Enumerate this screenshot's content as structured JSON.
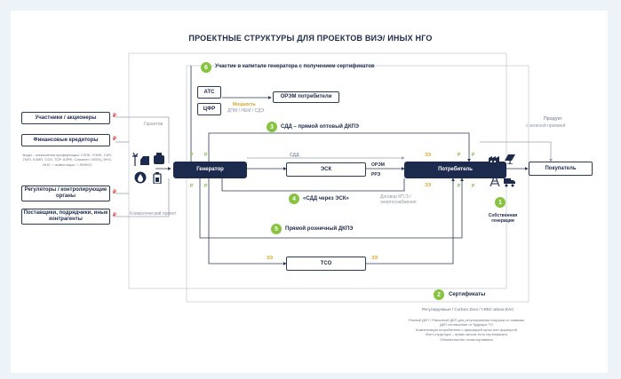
{
  "title": "ПРОЕКТНЫЕ СТРУКТУРЫ ДЛЯ ПРОЕКТОВ ВИЭ/ ИНЫХ НГО",
  "colors": {
    "navy": "#1c2a4e",
    "green": "#86c440",
    "amber": "#d6a526",
    "red": "#e03a3a"
  },
  "boxes": {
    "participants": "Участники / акционеры",
    "creditors": "Финансовые кредиторы",
    "regulators": "Регуляторы / контролирующие органы",
    "suppliers": "Поставщики, подрядчики, иные контрагенты",
    "ats": "АТС",
    "cfr": "ЦФР",
    "orem_consumer": "ОРЭМ потребители",
    "generator": "Генератор",
    "esk": "ЭСК",
    "consumer": "Потребитель",
    "tso": "ТСО",
    "buyer": "Покупатель"
  },
  "labels": {
    "guarantees": "Гарантии",
    "climate_project": "Климатический проект",
    "capacity": "Мощность",
    "capacity_sub": "ДПМ / НЕМ / СДЭ",
    "sdd": "СДД",
    "orem": "ОРЭМ",
    "rre": "РРЭ",
    "esk_contract": "Договор КП.Э / энергоснабжения",
    "product": "Продукт",
    "product_sub": "с зеленой премией",
    "own_gen": "Собственная генерация",
    "reg_line": "Регулируемые / Carbon Zero / I-REC и/или EAC",
    "eae": "ЭЭ",
    "measures": "Виды – начисления преференции: СЗПК, СПИК, СИП, ПИП, ЕЭИП, ОЭЗ, ТОР, АЗРФ, Сахалин / ИЛПЦ, ИНЗ, ИНЛ, + инвестиции, + ЛИФОС",
    "notes": "Разный ДКП / Рамочный ДКП для регулирования нагрузки по заявкам\nДКП соглашение от будущих ТО\nКомпенсация потребителю с фиксацией цены или формулой\nФлет-структура – право залога тело сертификата\nОбязательство лопастирования"
  },
  "steps": [
    {
      "num": "6",
      "text": "Участие в капитале генератора с получением сертификатов"
    },
    {
      "num": "3",
      "text": "СДД – прямой оптовый ДКПЭ"
    },
    {
      "num": "4",
      "text": "«СДД через ЭСК»"
    },
    {
      "num": "5",
      "text": "Прямой розничный ДКПЭ"
    },
    {
      "num": "1",
      "text": ""
    },
    {
      "num": "2",
      "text": "Сертификаты"
    }
  ],
  "marks": {
    "rub": "₽",
    "p": "P"
  },
  "icons": [
    "wind-solar-icon",
    "hydro-icon",
    "droplet-icon",
    "factory-icon",
    "solar-panel-icon",
    "truck-icon",
    "tower-icon"
  ]
}
